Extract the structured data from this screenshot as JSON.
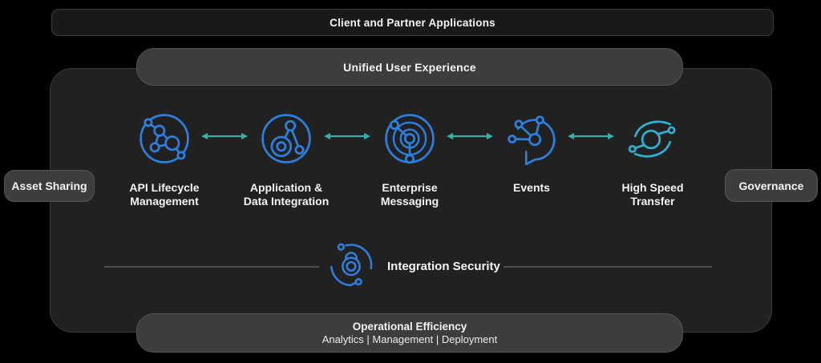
{
  "colors": {
    "background": "#000000",
    "main_panel": "#212121",
    "dark_bar": "#191919",
    "gray_bar": "#3d3d3d",
    "icon_blue": "#2e80e0",
    "icon_cyan": "#2fb3d2",
    "arrow_teal": "#35b0a5",
    "divider_gray": "#505050",
    "text_white": "#f4f4f4"
  },
  "top_bar": {
    "label": "Client and Partner Applications"
  },
  "unified_bar": {
    "label": "Unified User Experience"
  },
  "left_pill": {
    "label": "Asset Sharing"
  },
  "right_pill": {
    "label": "Governance"
  },
  "capabilities": [
    {
      "icon": "api-lifecycle-icon",
      "line1": "API Lifecycle",
      "line2": "Management"
    },
    {
      "icon": "application-data-integration-icon",
      "line1": "Application &",
      "line2": "Data Integration"
    },
    {
      "icon": "enterprise-messaging-icon",
      "line1": "Enterprise",
      "line2": "Messaging"
    },
    {
      "icon": "events-icon",
      "line1": "Events",
      "line2": ""
    },
    {
      "icon": "high-speed-transfer-icon",
      "line1": "High Speed",
      "line2": "Transfer"
    }
  ],
  "security": {
    "icon": "integration-security-icon",
    "label": "Integration Security"
  },
  "bottom_bar": {
    "title": "Operational Efficiency",
    "subtitle": "Analytics | Management | Deployment"
  }
}
